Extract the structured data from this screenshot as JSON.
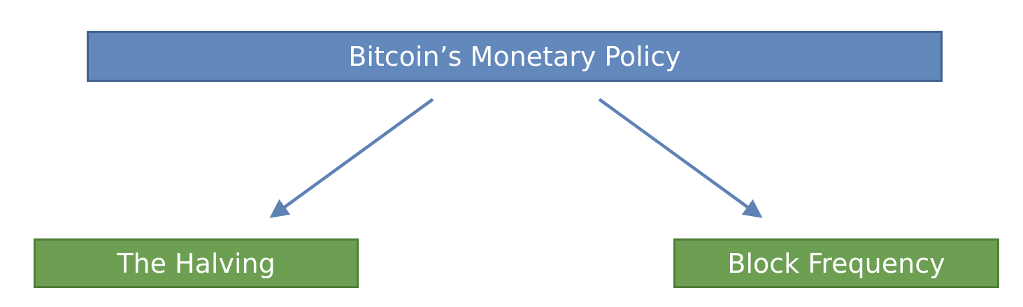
{
  "diagram": {
    "root": {
      "label": "Bitcoin’s Monetary Policy"
    },
    "children": [
      {
        "label": "The Halving"
      },
      {
        "label": "Block Frequency"
      }
    ],
    "colors": {
      "root_fill": "#6388bb",
      "root_border": "#41618f",
      "child_fill": "#6d9f53",
      "child_border": "#4f7e39",
      "arrow": "#5f82b5",
      "text": "#ffffff"
    }
  }
}
